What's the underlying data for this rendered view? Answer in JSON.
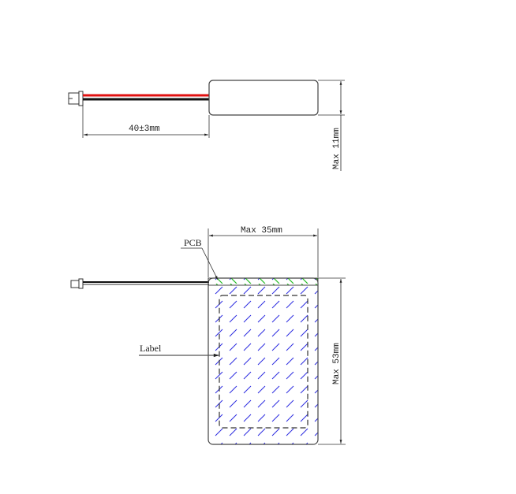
{
  "drawing": {
    "side_view": {
      "lead_length_label": "40±3mm",
      "thickness_label": "Max 11mm"
    },
    "front_view": {
      "width_label": "Max 35mm",
      "height_label": "Max 53mm",
      "pcb_label": "PCB",
      "label_label": "Label"
    }
  },
  "colors": {
    "outline": "#444444",
    "wire_red": "#e01010",
    "wire_black": "#111111",
    "pcb_hatch": "#22bb22",
    "cell_hatch": "#2222dd"
  }
}
